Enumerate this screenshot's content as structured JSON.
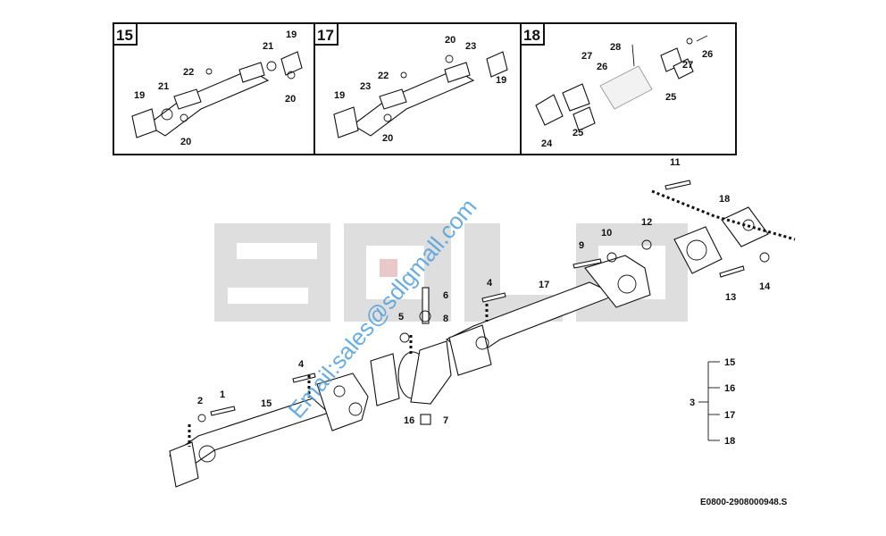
{
  "panels": [
    {
      "number": "15",
      "labels": [
        "22",
        "21",
        "19",
        "19",
        "21",
        "20",
        "20"
      ]
    },
    {
      "number": "17",
      "labels": [
        "20",
        "23",
        "19",
        "22",
        "19",
        "23",
        "20"
      ]
    },
    {
      "number": "18",
      "labels": [
        "27",
        "28",
        "26",
        "27",
        "26",
        "25",
        "25",
        "24"
      ]
    }
  ],
  "callouts": {
    "c1": "1",
    "c2": "2",
    "c3": "3",
    "c4a": "4",
    "c4b": "4",
    "c5": "5",
    "c6": "6",
    "c7": "7",
    "c8": "8",
    "c9": "9",
    "c10": "10",
    "c11": "11",
    "c12": "12",
    "c13": "13",
    "c14": "14",
    "c15": "15",
    "c16": "16",
    "c17": "17",
    "c18": "18"
  },
  "bracket": {
    "parent": "3",
    "children": [
      "15",
      "16",
      "17",
      "18"
    ]
  },
  "drawing_code": "E0800-2908000948.S",
  "watermark_text": "Email:sales@sdlgmall.com",
  "logo_text": "SDLG",
  "colors": {
    "watermark": "#4f9fdc",
    "logo": "#d9d9d9",
    "logo_accent": "#e8c8c8",
    "line": "#111111"
  }
}
